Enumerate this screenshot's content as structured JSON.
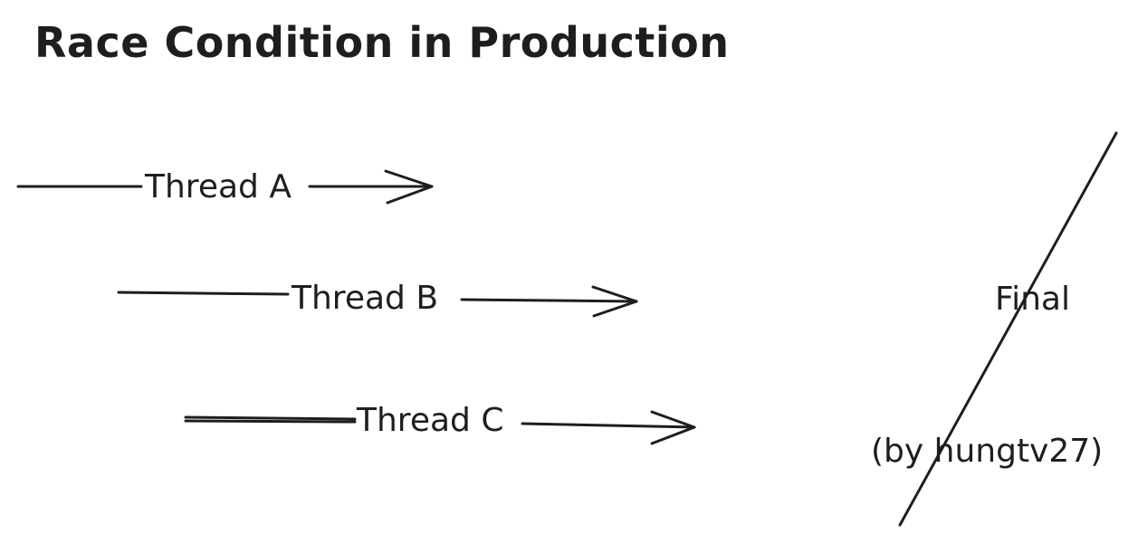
{
  "diagram": {
    "title": "Race Condition in Production",
    "threads": [
      {
        "label": "Thread A"
      },
      {
        "label": "Thread B"
      },
      {
        "label": "Thread C"
      }
    ],
    "final_label": "Final",
    "author_label": "(by hungtv27)",
    "stroke_color": "#1e1e1e"
  }
}
